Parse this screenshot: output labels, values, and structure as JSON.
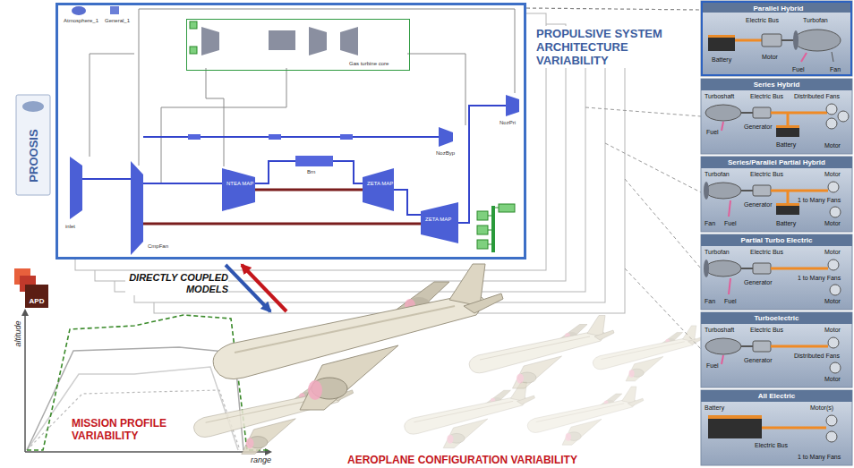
{
  "diagram": {
    "nodes": [
      {
        "text": [
          "PROOSIS"
        ]
      },
      {
        "text": [
          "PROPULSIVE SYSTEM ARCHITECTURE VARIABILITY"
        ]
      },
      {
        "text": [
          "Gas turbine core"
        ],
        "in": 1
      },
      {
        "text": [
          "Parallel Hybrid",
          "Electric Bus",
          "Turbofan",
          "Battery",
          "Motor",
          "Fuel",
          "Fan"
        ]
      },
      {
        "text": [
          "Series Hybrid",
          "Turboshaft",
          "Electric Bus",
          "Distributed Fans",
          "Generator",
          "Fuel",
          "Battery",
          "Motor"
        ]
      },
      {
        "text": [
          "Series/Parallel Partial Hybrid",
          "Turbofan",
          "Electric Bus",
          "Motor",
          "Generator",
          "1 to Many Fans",
          "Fan",
          "Fuel",
          "Battery",
          "Motor"
        ]
      },
      {
        "text": [
          "Partial Turbo Electric",
          "Turbofan",
          "Electric Bus",
          "Motor",
          "Generator",
          "1 to Many Fans",
          "Fan",
          "Fuel",
          "Motor"
        ]
      },
      {
        "text": [
          "Turboelectric",
          "Turboshaft",
          "Electric Bus",
          "Motor",
          "Generator",
          "Distributed Fans",
          "Fuel",
          "Motor"
        ]
      },
      {
        "text": [
          "All Electric",
          "Battery",
          "Motor(s)",
          "Electric Bus",
          "1 to Many Fans"
        ]
      },
      {
        "text": [
          "APD"
        ]
      }
    ],
    "edges": [
      {
        "from": 1,
        "to": 3,
        "arrow": "none"
      }
    ],
    "labels": [
      "Atmosphere_1",
      "General_1",
      "inlet",
      "CmpFan",
      "NTEA MAP",
      "Brn",
      "ZETA MAP",
      "ZETA MAP",
      "NozByp",
      "NozPri",
      "DIRECTLY COUPLED MODELS",
      "MISSION PROFILE VARIABILITY",
      "AEROPLANE CONFIGURATION VARIABILITY",
      "altitude",
      "range"
    ]
  }
}
